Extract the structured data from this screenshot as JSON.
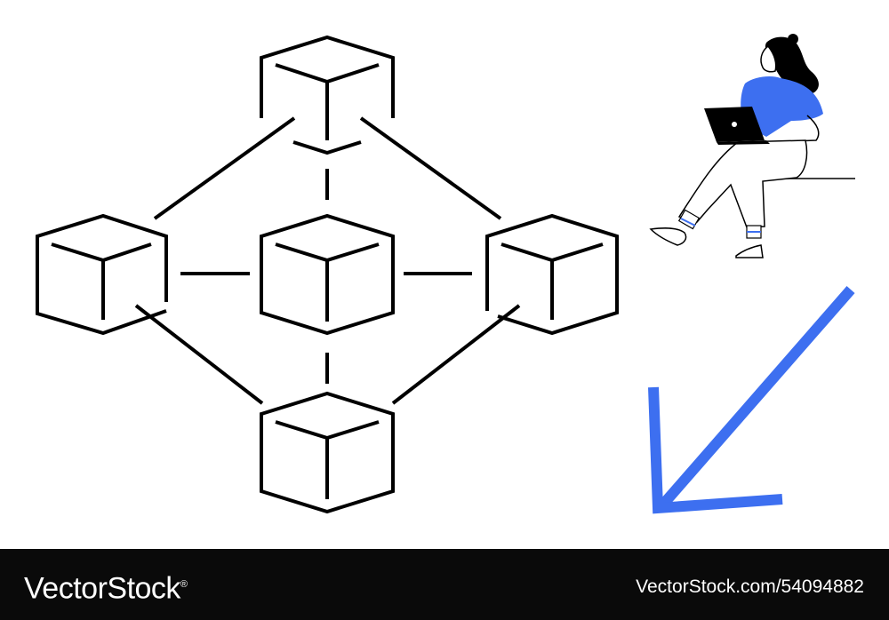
{
  "watermark": {
    "brand": "VectorStock",
    "image_id": "VectorStock.com/54094882",
    "registered_mark": "®"
  },
  "colors": {
    "accent_blue": "#3d6ff0",
    "line_black": "#000000",
    "footer_bg": "#0a0a0a",
    "background": "#ffffff"
  },
  "illustration": {
    "subject": "blockchain-network-cubes",
    "person": "woman-with-laptop",
    "arrow": "arrow-down-left-icon"
  }
}
